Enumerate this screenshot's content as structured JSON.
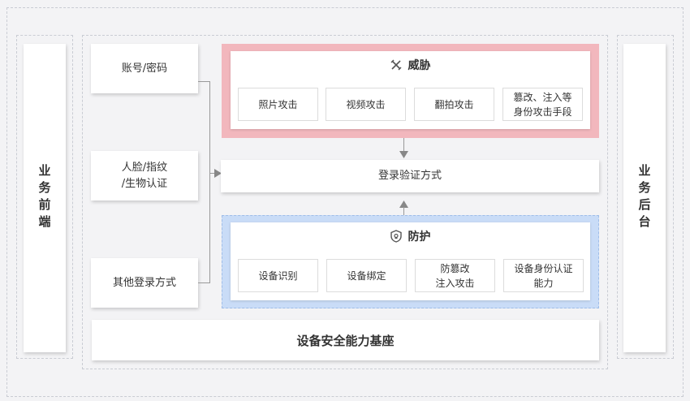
{
  "sidebars": {
    "left_label": "业务前端",
    "right_label": "业务后台"
  },
  "login_methods": [
    {
      "label": "账号/密码"
    },
    {
      "label": "人脸/指纹\n/生物认证"
    },
    {
      "label": "其他登录方式"
    }
  ],
  "threat": {
    "title": "威胁",
    "icon": "threat-cross-icon",
    "color": "#f2b7bd",
    "items": [
      "照片攻击",
      "视频攻击",
      "翻拍攻击",
      "篡改、注入等\n身份攻击手段"
    ]
  },
  "center": {
    "label": "登录验证方式"
  },
  "protection": {
    "title": "防护",
    "icon": "shield-icon",
    "color": "#c9dcf7",
    "items": [
      "设备识别",
      "设备绑定",
      "防篡改\n注入攻击",
      "设备身份认证\n能力"
    ]
  },
  "base": {
    "label": "设备安全能力基座"
  }
}
